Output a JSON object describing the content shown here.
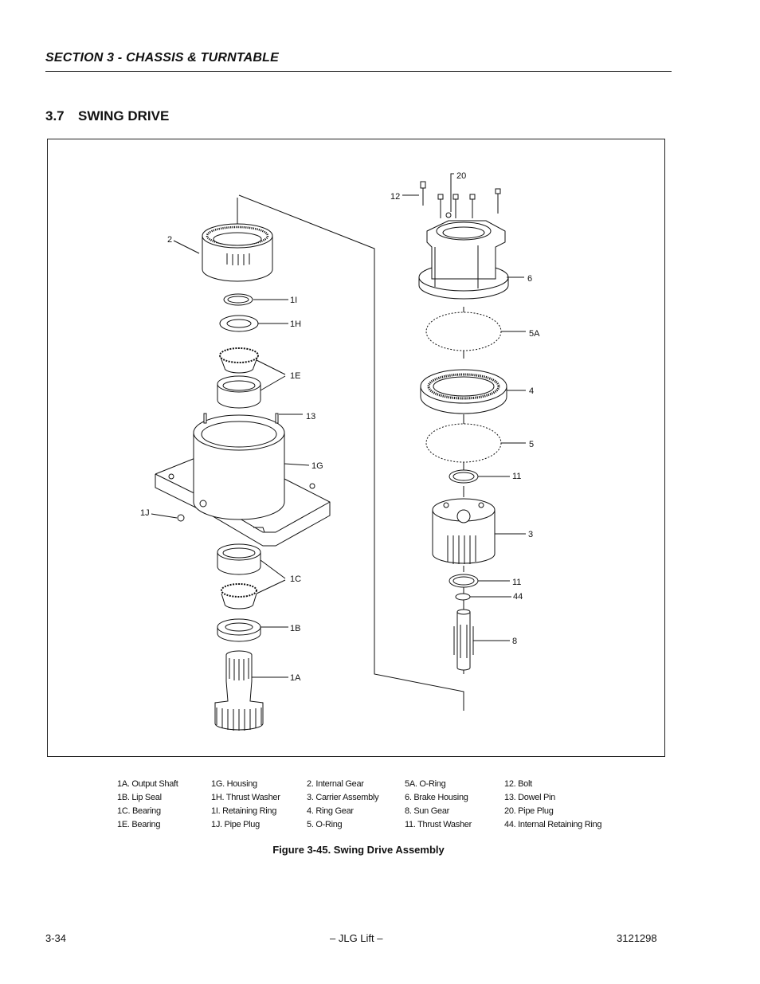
{
  "header": {
    "section": "SECTION 3 - CHASSIS & TURNTABLE"
  },
  "title": {
    "number": "3.7",
    "text": "SWING DRIVE"
  },
  "callouts": {
    "c2": "2",
    "c1I": "1I",
    "c1H": "1H",
    "c1E": "1E",
    "c13": "13",
    "c1G": "1G",
    "c1J": "1J",
    "c1C": "1C",
    "c1B": "1B",
    "c1A": "1A",
    "c12": "12",
    "c20": "20",
    "c6": "6",
    "c5A": "5A",
    "c4": "4",
    "c5": "5",
    "c11a": "11",
    "c3": "3",
    "c11b": "11",
    "c44": "44",
    "c8": "8"
  },
  "legend": {
    "col1": [
      "1A. Output Shaft",
      "1B. Lip Seal",
      "1C. Bearing",
      "1E. Bearing"
    ],
    "col2": [
      "1G.  Housing",
      "1H.  Thrust Washer",
      "1I.  Retaining Ring",
      "1J.  Pipe Plug"
    ],
    "col3": [
      "2. Internal Gear",
      "3. Carrier Assembly",
      "4. Ring Gear",
      "5. O-Ring"
    ],
    "col4": [
      "5A.  O-Ring",
      "6.    Brake Housing",
      "8.    Sun Gear",
      "11. Thrust Washer"
    ],
    "col5": [
      "12.  Bolt",
      "13. Dowel Pin",
      "20. Pipe Plug",
      "44. Internal Retaining Ring"
    ]
  },
  "caption": "Figure 3-45.  Swing Drive Assembly",
  "footer": {
    "page": "3-34",
    "center": "– JLG Lift –",
    "doc": "3121298"
  }
}
